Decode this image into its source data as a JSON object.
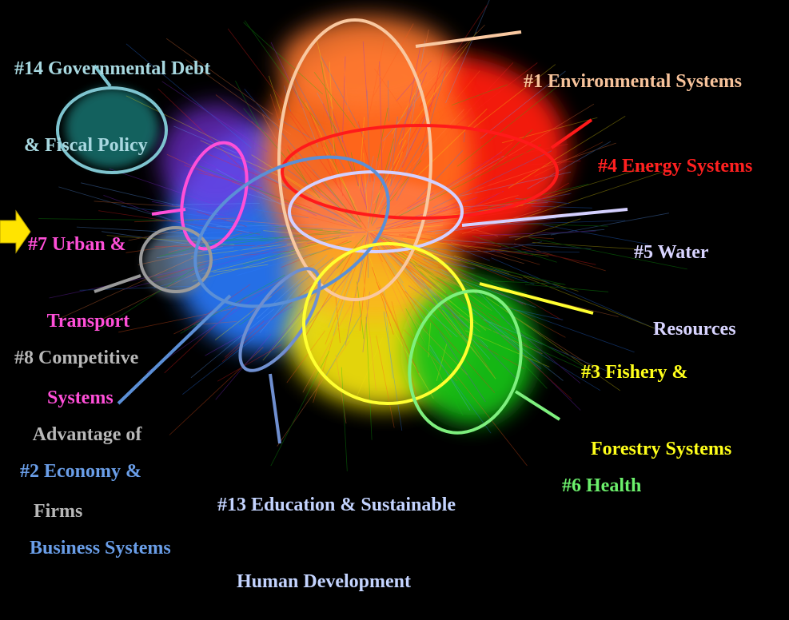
{
  "clusters": [
    {
      "id": "c14",
      "lines": [
        "#14 Governmental Debt",
        "  & Fiscal Policy"
      ],
      "color": "#a8d8e0",
      "ring": "#7ec4cf",
      "blob": "#1d8a86"
    },
    {
      "id": "c1",
      "lines": [
        "#1 Environmental Systems"
      ],
      "color": "#f7c39b",
      "ring": "#f9c8a0",
      "blob": "#ff5a1c"
    },
    {
      "id": "c4",
      "lines": [
        "#4 Energy Systems"
      ],
      "color": "#ff2020",
      "ring": "#ff1a1a",
      "blob": "#e01010"
    },
    {
      "id": "c7",
      "lines": [
        "#7 Urban &",
        "    Transport",
        "    Systems"
      ],
      "color": "#ff4fd8",
      "ring": "#ff4fd8",
      "blob": "#8a2be2"
    },
    {
      "id": "c5",
      "lines": [
        "#5 Water",
        "    Resources"
      ],
      "color": "#d8d4ff",
      "ring": "#d4d0ff",
      "blob": "#a0a0ff"
    },
    {
      "id": "c8",
      "lines": [
        "#8 Competitive",
        "    Advantage of",
        "    Firms"
      ],
      "color": "#b8b8b8",
      "ring": "#9a9a9a",
      "blob": "#5a6e80"
    },
    {
      "id": "c3",
      "lines": [
        "#3 Fishery &",
        "  Forestry Systems"
      ],
      "color": "#ffff1a",
      "ring": "#ffff30",
      "blob": "#e8e810"
    },
    {
      "id": "c2",
      "lines": [
        "#2 Economy &",
        "  Business Systems"
      ],
      "color": "#6a9ee8",
      "ring": "#5b8fd6",
      "blob": "#2a78ff"
    },
    {
      "id": "c13",
      "lines": [
        "#13 Education & Sustainable",
        "    Human Development"
      ],
      "color": "#c4d4ff",
      "ring": "#6f8fd0",
      "blob": "#4060c0"
    },
    {
      "id": "c6",
      "lines": [
        "#6 Health"
      ],
      "color": "#6cf06c",
      "ring": "#7ef07e",
      "blob": "#10c010"
    }
  ],
  "colors": {
    "background": "#000000",
    "arrow": "#ffe400"
  },
  "icons": {
    "pointer": "arrow-right-icon"
  }
}
